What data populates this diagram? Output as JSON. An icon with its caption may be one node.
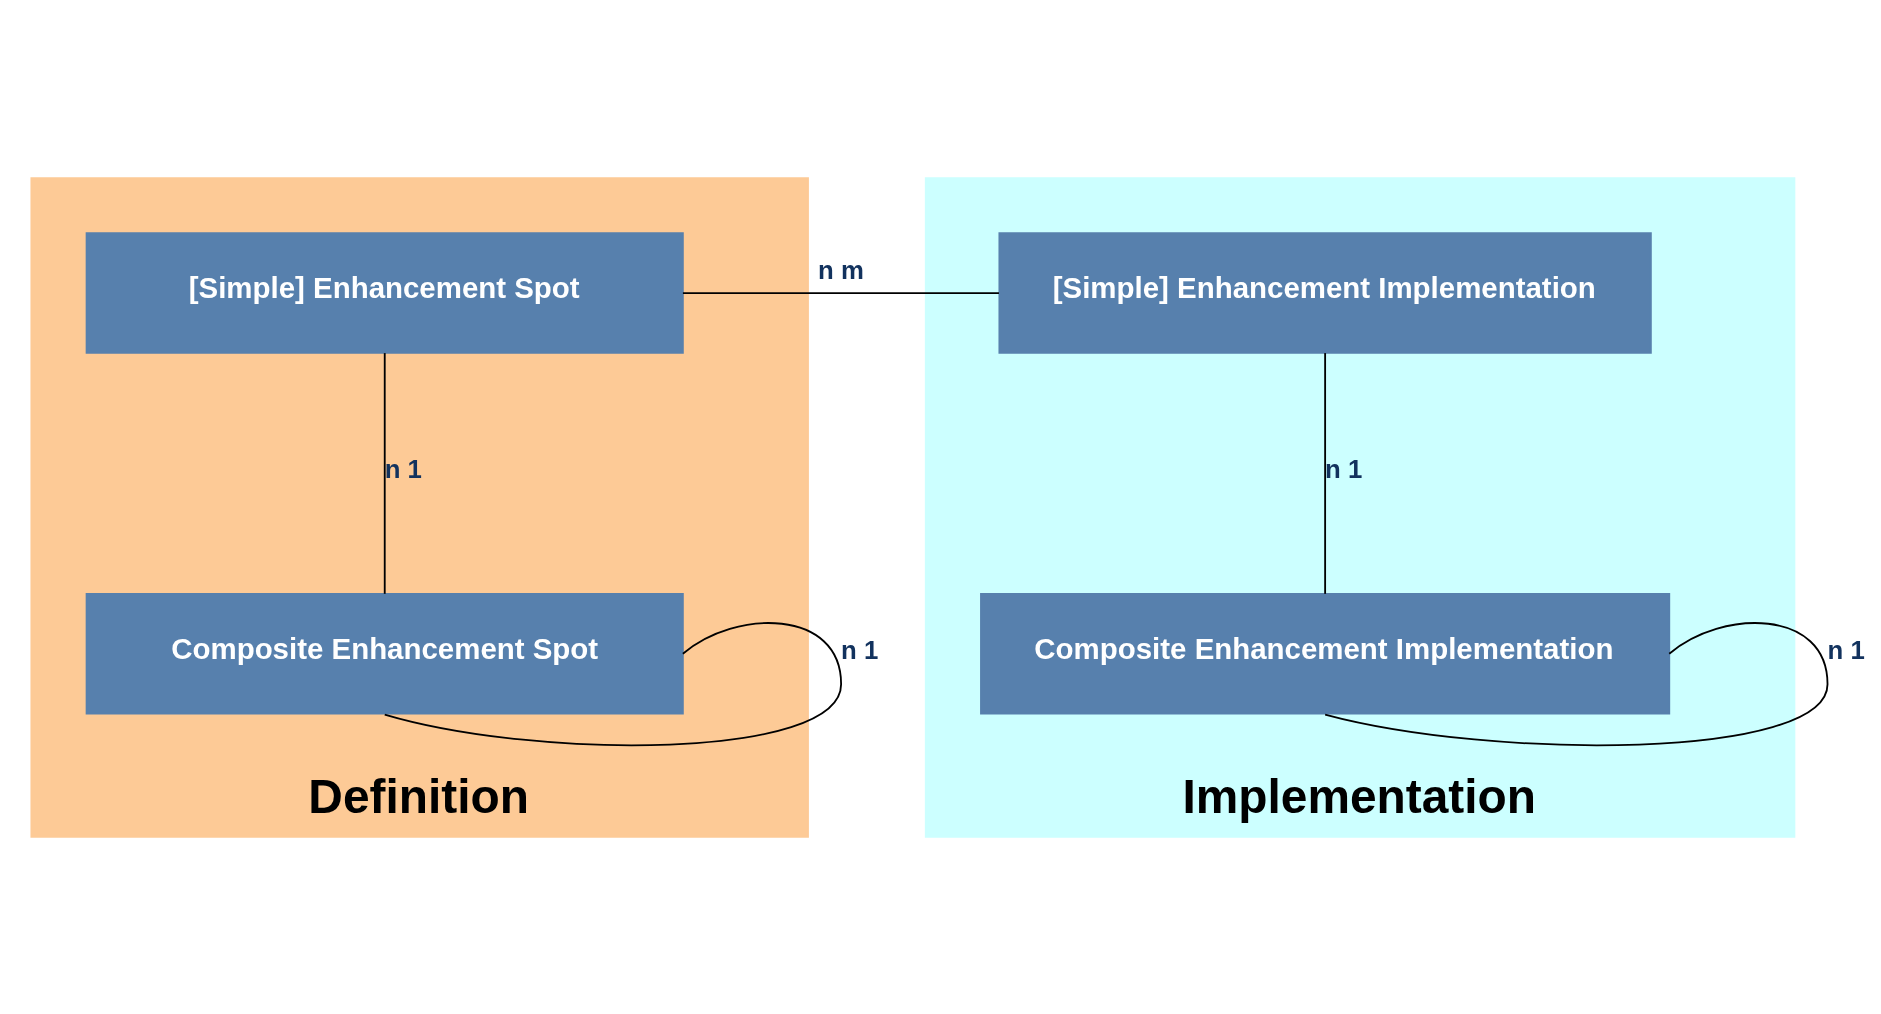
{
  "diagram": {
    "nodes": [
      {
        "text": [
          "Definition"
        ]
      },
      {
        "text": [
          "[Simple] Enhancement Spot"
        ],
        "in": 0
      },
      {
        "text": [
          "Composite Enhancement Spot"
        ],
        "in": 0
      },
      {
        "text": [
          "Implementation"
        ]
      },
      {
        "text": [
          "[Simple] Enhancement Implementation"
        ],
        "in": 3
      },
      {
        "text": [
          "Composite Enhancement Implementation"
        ],
        "in": 3
      }
    ],
    "edges": [
      {
        "from": 1,
        "to": 4,
        "arrow": "none",
        "label": "n m"
      },
      {
        "from": 1,
        "to": 2,
        "arrow": "none",
        "label": "n 1"
      },
      {
        "from": 2,
        "to": 2,
        "arrow": "none",
        "label": "n 1"
      },
      {
        "from": 4,
        "to": 5,
        "arrow": "none",
        "label": "n 1"
      },
      {
        "from": 5,
        "to": 5,
        "arrow": "none",
        "label": "n 1"
      }
    ]
  }
}
